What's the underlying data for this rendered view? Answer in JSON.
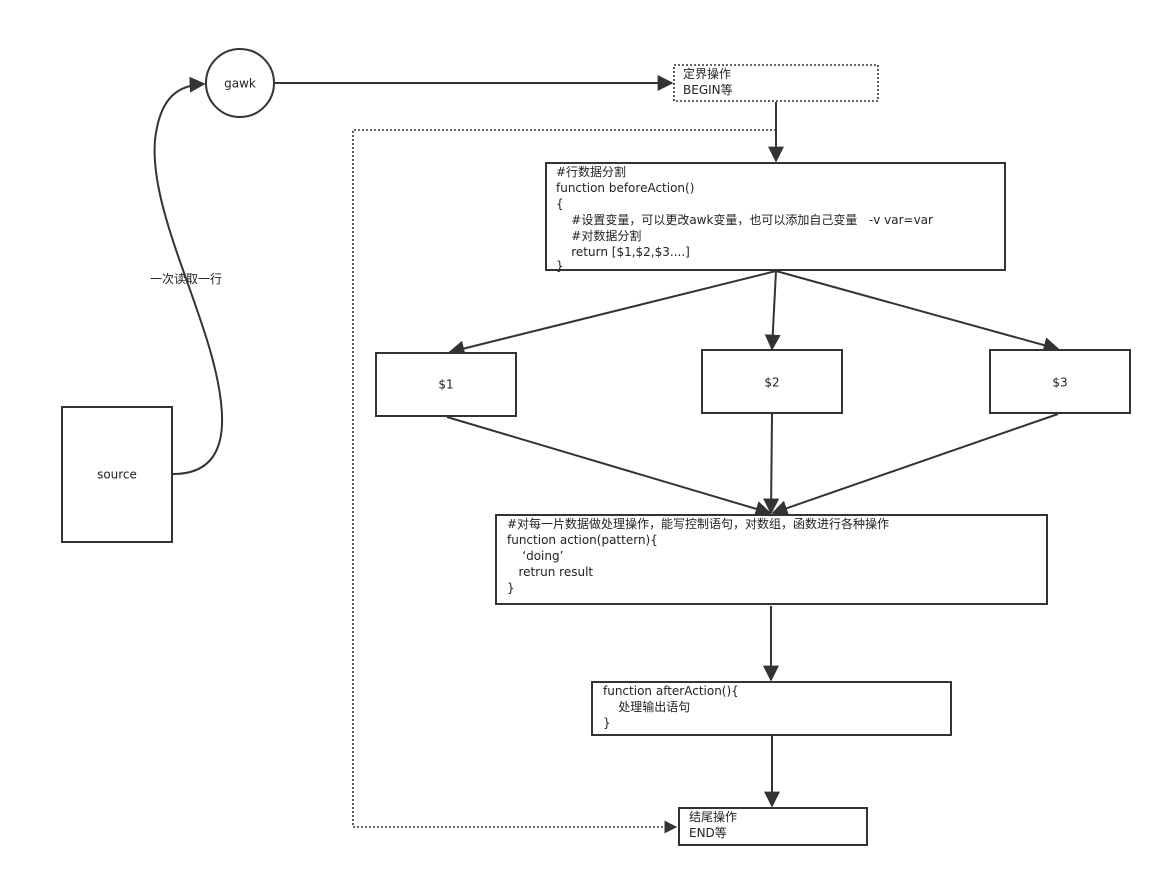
{
  "nodes": {
    "gawk": "gawk",
    "source": "source",
    "begin": [
      "定界操作",
      "BEGIN等"
    ],
    "before_action": [
      "#行数据分割",
      "function beforeAction()",
      "{",
      "    #设置变量，可以更改awk变量，也可以添加自己变量   -v var=var",
      "    #对数据分割",
      "    return [$1,$2,$3....]",
      "}"
    ],
    "field1": "$1",
    "field2": "$2",
    "field3": "$3",
    "action": [
      "#对每一片数据做处理操作，能写控制语句，对数组，函数进行各种操作",
      "function action(pattern){",
      "    ‘doing’",
      "   retrun result",
      "}"
    ],
    "after_action": [
      "function afterAction(){",
      "    处理输出语句",
      "}"
    ],
    "end": [
      "结尾操作",
      "END等"
    ]
  },
  "edge_labels": {
    "read_line": "一次读取一行"
  },
  "colors": {
    "stroke": "#333333",
    "background": "#ffffff",
    "text": "#222222"
  }
}
